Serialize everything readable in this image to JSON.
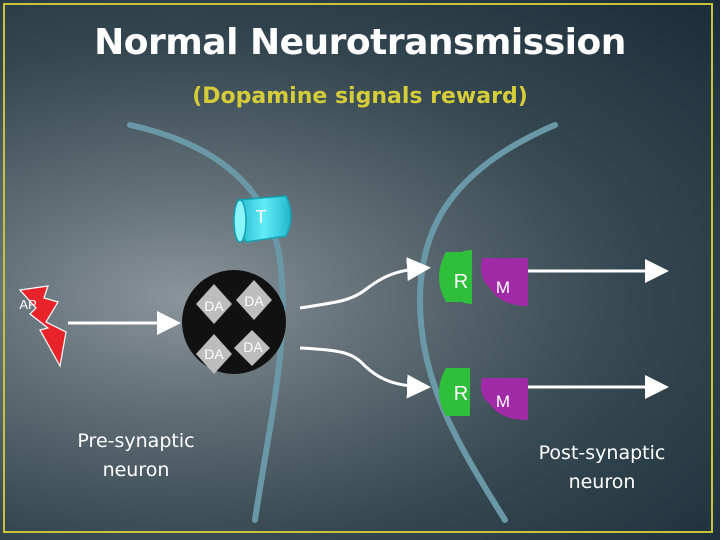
{
  "title": "Normal Neurotransmission",
  "subtitle": "(Dopamine signals reward)",
  "transporter": {
    "label": "T",
    "color": "#39d7e6"
  },
  "action_potential": {
    "label": "AP",
    "color": "#e8232a"
  },
  "vesicle": {
    "molecules": [
      "DA",
      "DA",
      "DA",
      "DA"
    ],
    "color": "#111111"
  },
  "receptors": [
    {
      "receptor_label": "R",
      "messenger_label": "M"
    },
    {
      "receptor_label": "R",
      "messenger_label": "M"
    }
  ],
  "colors": {
    "receptor": "#2fbf3a",
    "messenger": "#a12aa7",
    "membrane": "#6a98a6"
  },
  "pre_label": "Pre-synaptic neuron",
  "post_label": "Post-synaptic neuron"
}
